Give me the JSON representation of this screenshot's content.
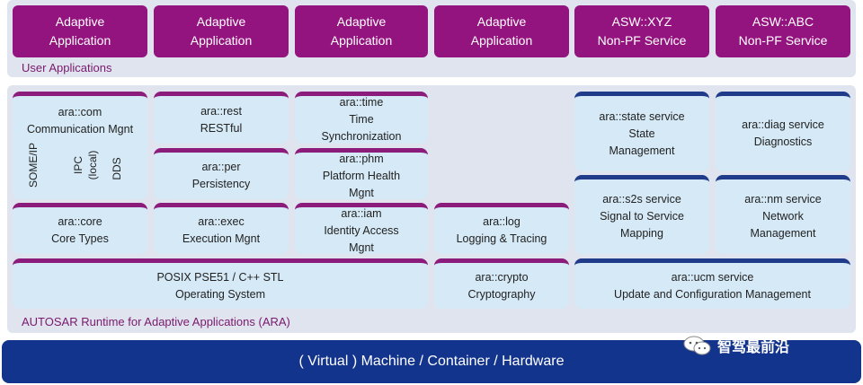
{
  "user_apps": {
    "label": "User Applications",
    "apps": [
      {
        "line1": "Adaptive",
        "line2": "Application"
      },
      {
        "line1": "Adaptive",
        "line2": "Application"
      },
      {
        "line1": "Adaptive",
        "line2": "Application"
      },
      {
        "line1": "Adaptive",
        "line2": "Application"
      },
      {
        "line1": "ASW::XYZ",
        "line2": "Non-PF Service"
      },
      {
        "line1": "ASW::ABC",
        "line2": "Non-PF Service"
      }
    ]
  },
  "ara": {
    "label": "AUTOSAR Runtime for Adaptive Applications (ARA)",
    "com": {
      "line1": "ara::com",
      "line2": "Communication Mgnt",
      "sub": [
        "SOME/IP",
        "IPC (local)",
        "DDS"
      ]
    },
    "rest": {
      "line1": "ara::rest",
      "line2": "RESTful"
    },
    "per": {
      "line1": "ara::per",
      "line2": "Persistency"
    },
    "time": {
      "line1": "ara::time",
      "line2": "Time",
      "line3": "Synchronization"
    },
    "phm": {
      "line1": "ara::phm",
      "line2": "Platform Health",
      "line3": "Mgnt"
    },
    "core": {
      "line1": "ara::core",
      "line2": "Core Types"
    },
    "exec": {
      "line1": "ara::exec",
      "line2": "Execution Mgnt"
    },
    "iam": {
      "line1": "ara::iam",
      "line2": "Identity Access",
      "line3": "Mgnt"
    },
    "log": {
      "line1": "ara::log",
      "line2": "Logging & Tracing"
    },
    "posix": {
      "line1": "POSIX PSE51 / C++ STL",
      "line2": "Operating System"
    },
    "crypto": {
      "line1": "ara::crypto",
      "line2": "Cryptography"
    },
    "state": {
      "line1": "ara::state service",
      "line2": "State",
      "line3": "Management"
    },
    "diag": {
      "line1": "ara::diag service",
      "line2": "Diagnostics"
    },
    "s2s": {
      "line1": "ara::s2s service",
      "line2": "Signal to Service",
      "line3": "Mapping"
    },
    "nm": {
      "line1": "ara::nm service",
      "line2": "Network",
      "line3": "Management"
    },
    "ucm": {
      "line1": "ara::ucm service",
      "line2": "Update and Configuration Management"
    }
  },
  "hardware": {
    "label": "( Virtual ) Machine / Container / Hardware"
  },
  "watermark": {
    "text": "智驾最前沿"
  },
  "colors": {
    "magenta": "#94147f",
    "navy": "#13348c",
    "block_bg": "#d5e9f6",
    "panel_bg": "#dfe4ee"
  }
}
